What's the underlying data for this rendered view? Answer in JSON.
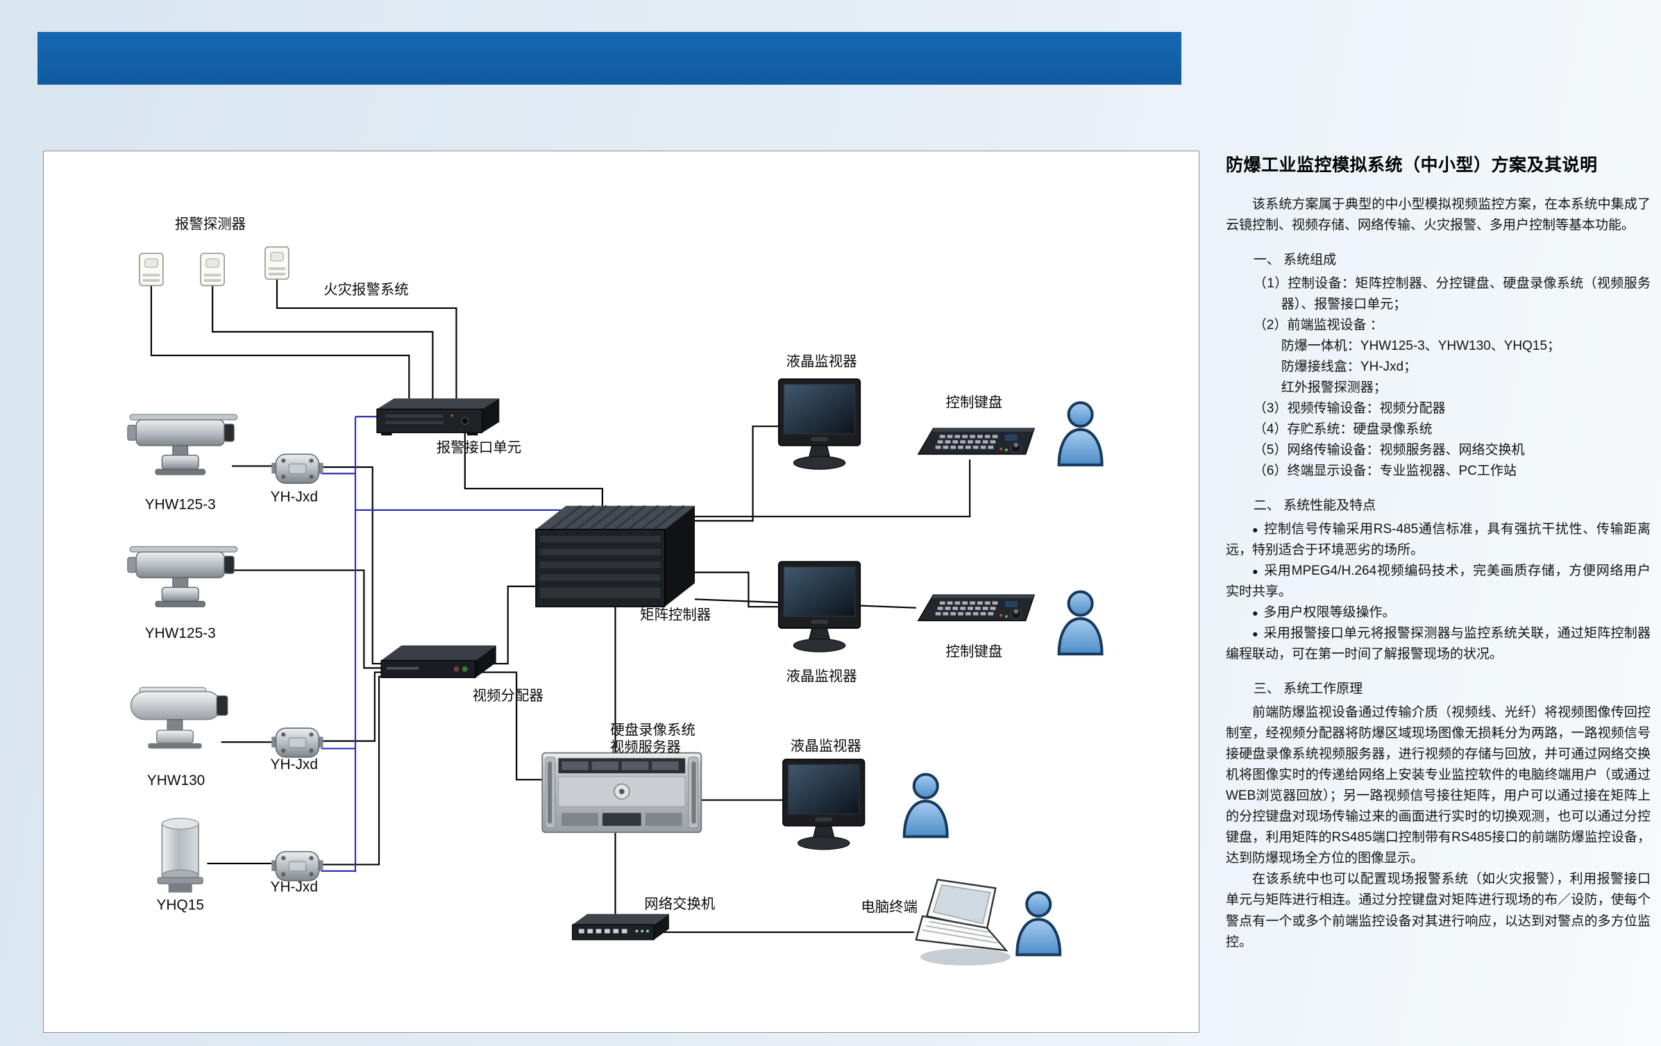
{
  "colors": {
    "header_bar": "#1160a8",
    "wire_black": "#000000",
    "wire_blue": "#2d2db4",
    "person_blue": "#5d9bd3"
  },
  "diagram": {
    "labels": {
      "alarm_detector": "报警探测器",
      "fire_alarm": "火灾报警系统",
      "alarm_interface_unit": "报警接口单元",
      "camera1": "YHW125-3",
      "camera2": "YHW125-3",
      "camera3": "YHW130",
      "camera4": "YHQ15",
      "jxd1": "YH-Jxd",
      "jxd2": "YH-Jxd",
      "jxd3": "YH-Jxd",
      "video_distributor": "视频分配器",
      "matrix_controller": "矩阵控制器",
      "dvr_line1": "硬盘录像系统",
      "dvr_line2": "视频服务器",
      "monitor1": "液晶监视器",
      "monitor2": "液晶监视器",
      "monitor3": "液晶监视器",
      "keyboard1": "控制键盘",
      "keyboard2": "控制键盘",
      "network_switch": "网络交换机",
      "pc_terminal": "电脑终端"
    }
  },
  "panel": {
    "title": "防爆工业监控模拟系统（中小型）方案及其说明",
    "intro": "该系统方案属于典型的中小型模拟视频监控方案，在本系统中集成了云镜控制、视频存储、网络传输、火灾报警、多用户控制等基本功能。",
    "section1": {
      "heading": "一、 系统组成",
      "items": [
        "（1）控制设备：矩阵控制器、分控键盘、硬盘录像系统（视频服务器）、报警接口单元；",
        "（2）前端监视设备 ：",
        "防爆一体机：YHW125-3、YHW130、YHQ15；",
        "防爆接线盒：YH-Jxd；",
        "红外报警探测器；",
        "（3）视频传输设备：视频分配器",
        "（4）存贮系统：硬盘录像系统",
        "（5）网络传输设备：视频服务器、网络交换机",
        "（6）终端显示设备：专业监视器、PC工作站"
      ]
    },
    "section2": {
      "heading": "二、 系统性能及特点",
      "bullet_char": "●",
      "bullets": [
        "控制信号传输采用RS-485通信标准，具有强抗干扰性、传输距离远，特别适合于环境恶劣的场所。",
        "采用MPEG4/H.264视频编码技术，完美画质存储，方便网络用户实时共享。",
        "多用户权限等级操作。",
        "采用报警接口单元将报警探测器与监控系统关联，通过矩阵控制器编程联动，可在第一时间了解报警现场的状况。"
      ]
    },
    "section3": {
      "heading": "三、 系统工作原理",
      "paragraphs": [
        "前端防爆监视设备通过传输介质（视频线、光纤）将视频图像传回控制室，经视频分配器将防爆区域现场图像无损耗分为两路，一路视频信号接硬盘录像系统视频服务器，进行视频的存储与回放，并可通过网络交换机将图像实时的传递给网络上安装专业监控软件的电脑终端用户（或通过WEB浏览器回放）；另一路视频信号接往矩阵，用户可以通过接在矩阵上的分控键盘对现场传输过来的画面进行实时的切换观测，也可以通过分控键盘，利用矩阵的RS485端口控制带有RS485接口的前端防爆监控设备，达到防爆现场全方位的图像显示。",
        "在该系统中也可以配置现场报警系统（如火灾报警），利用报警接口单元与矩阵进行相连。通过分控键盘对矩阵进行现场的布／设防，使每个警点有一个或多个前端监控设备对其进行响应，以达到对警点的多方位监控。"
      ]
    }
  }
}
